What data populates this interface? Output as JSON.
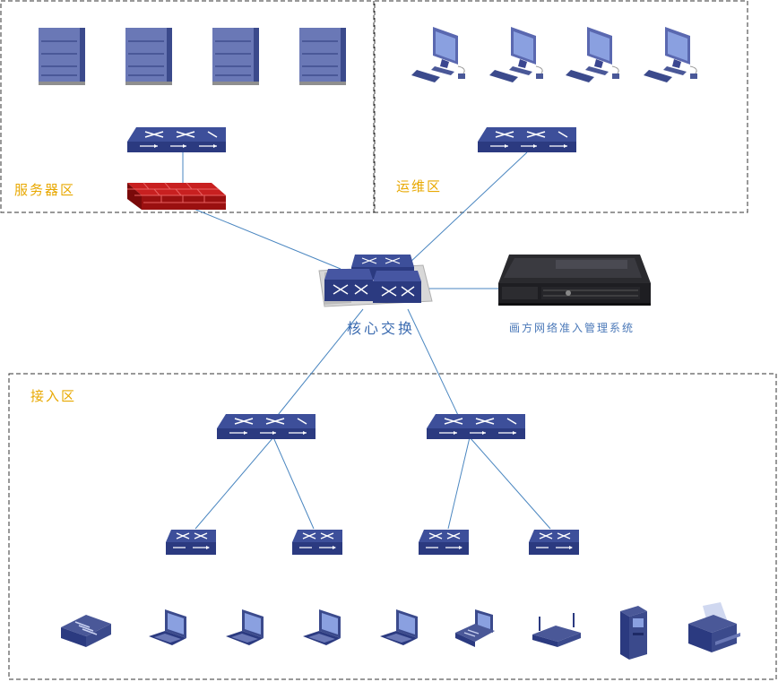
{
  "zones": {
    "server": {
      "label": "服务器区"
    },
    "ops": {
      "label": "运维区"
    },
    "access": {
      "label": "接入区"
    }
  },
  "core": {
    "label": "核心交换"
  },
  "nac": {
    "label": "画方网络准入管理系统"
  },
  "colors": {
    "zone_label": "#e8a800",
    "core_label": "#3b6bb0",
    "link": "#4a86c0",
    "device_blue": "#2b3f8c",
    "firewall_red": "#b81818"
  },
  "icons": {
    "servers": [
      "server-tower-icon",
      "server-tower-icon",
      "server-tower-icon",
      "server-tower-icon"
    ],
    "workstations": [
      "desktop-computer-icon",
      "desktop-computer-icon",
      "desktop-computer-icon",
      "desktop-computer-icon"
    ],
    "endpoints": [
      "fax-machine-icon",
      "laptop-icon",
      "laptop-icon",
      "laptop-icon",
      "laptop-icon",
      "ip-phone-icon",
      "wireless-router-icon",
      "kiosk-terminal-icon",
      "printer-icon"
    ]
  }
}
